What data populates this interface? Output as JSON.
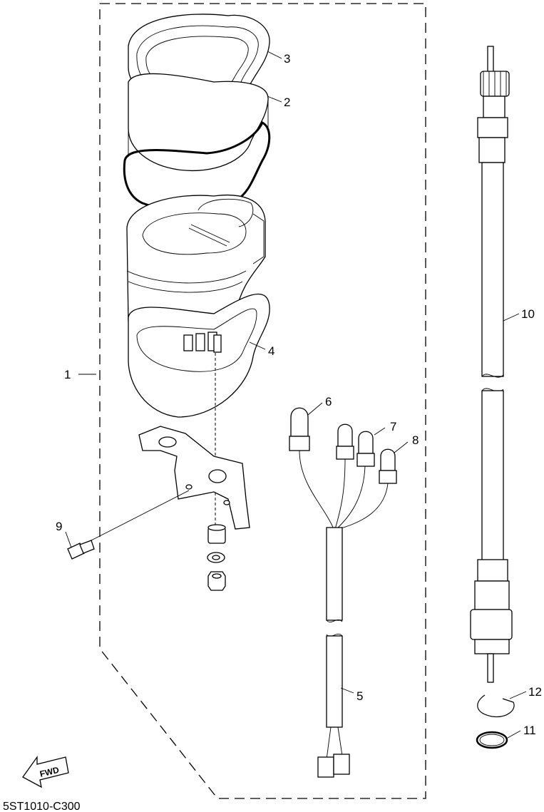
{
  "callouts": [
    {
      "id": "callout-1",
      "text": "1"
    },
    {
      "id": "callout-2",
      "text": "2"
    },
    {
      "id": "callout-3",
      "text": "3"
    },
    {
      "id": "callout-4",
      "text": "4"
    },
    {
      "id": "callout-5",
      "text": "5"
    },
    {
      "id": "callout-6",
      "text": "6"
    },
    {
      "id": "callout-7",
      "text": "7"
    },
    {
      "id": "callout-8",
      "text": "8"
    },
    {
      "id": "callout-9",
      "text": "9"
    },
    {
      "id": "callout-10",
      "text": "10"
    },
    {
      "id": "callout-11",
      "text": "11"
    },
    {
      "id": "callout-12",
      "text": "12"
    }
  ],
  "fwd_label": "FWD",
  "diagram_code": "5ST1010-C300"
}
